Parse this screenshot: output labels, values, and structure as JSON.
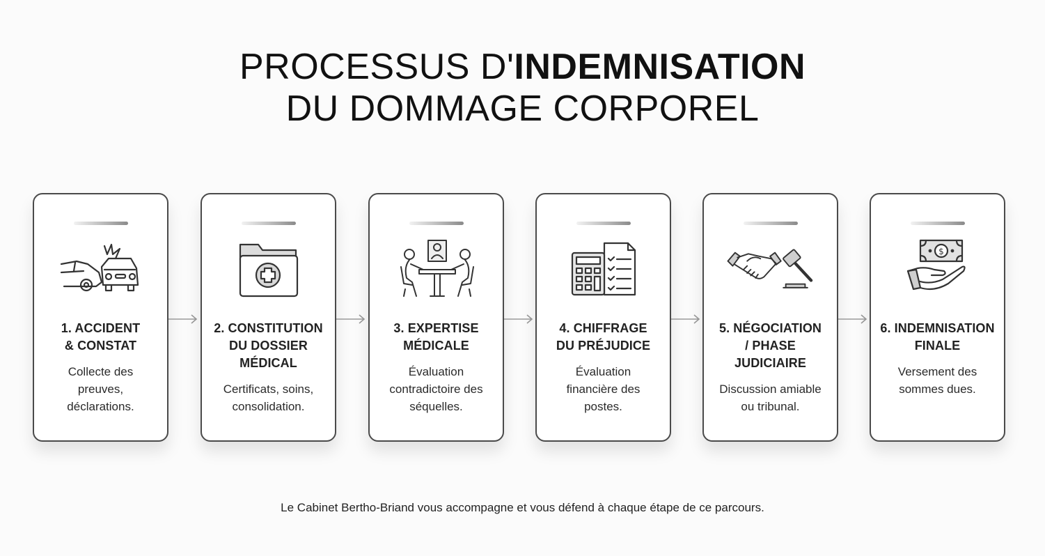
{
  "header": {
    "title_line1_regular": "PROCESSUS D'",
    "title_line1_bold": "INDEMNISATION",
    "title_line2": "DU DOMMAGE CORPOREL"
  },
  "steps": [
    {
      "title_line1": "1. ACCIDENT",
      "title_line2": "& CONSTAT",
      "title_line3": "",
      "desc_line1": "Collecte des",
      "desc_line2": "preuves,",
      "desc_line3": "déclarations.",
      "icon": "car-crash-icon"
    },
    {
      "title_line1": "2. CONSTITUTION",
      "title_line2": "DU DOSSIER",
      "title_line3": "MÉDICAL",
      "desc_line1": "Certificats, soins,",
      "desc_line2": "consolidation.",
      "desc_line3": "",
      "icon": "medical-folder-icon"
    },
    {
      "title_line1": "3. EXPERTISE",
      "title_line2": "MÉDICALE",
      "title_line3": "",
      "desc_line1": "Évaluation",
      "desc_line2": "contradictoire des",
      "desc_line3": "séquelles.",
      "icon": "medical-meeting-icon"
    },
    {
      "title_line1": "4. CHIFFRAGE",
      "title_line2": "DU PRÉJUDICE",
      "title_line3": "",
      "desc_line1": "Évaluation",
      "desc_line2": "financière des",
      "desc_line3": "postes.",
      "icon": "calculator-checklist-icon"
    },
    {
      "title_line1": "5. NÉGOCIATION",
      "title_line2": "/ PHASE",
      "title_line3": "JUDICIAIRE",
      "desc_line1": "Discussion amiable",
      "desc_line2": "ou tribunal.",
      "desc_line3": "",
      "icon": "handshake-gavel-icon"
    },
    {
      "title_line1": "6. INDEMNISATION",
      "title_line2": "FINALE",
      "title_line3": "",
      "desc_line1": "Versement des",
      "desc_line2": "sommes dues.",
      "desc_line3": "",
      "icon": "money-hand-icon"
    }
  ],
  "footer": {
    "text": "Le Cabinet Bertho-Briand vous accompagne et vous défend à chaque étape de ce parcours."
  },
  "colors": {
    "background": "#fbfbfb",
    "card_border": "#4a4a4a",
    "text": "#1a1a1a",
    "arrow": "#9a9a9a"
  }
}
